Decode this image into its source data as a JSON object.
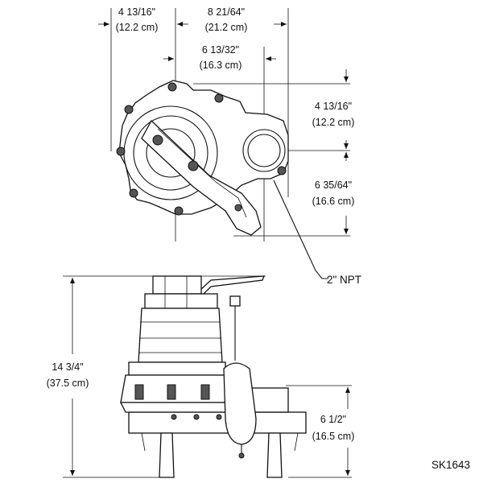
{
  "diagram": {
    "top_view": {
      "width_left": {
        "in": "4 13/16\"",
        "cm": "(12.2 cm)"
      },
      "width_total": {
        "in": "8 21/64\"",
        "cm": "(21.2 cm)"
      },
      "center_to_discharge": {
        "in": "6 13/32\"",
        "cm": "(16.3 cm)"
      },
      "height_top": {
        "in": "4 13/16\"",
        "cm": "(12.2 cm)"
      },
      "height_bottom": {
        "in": "6 35/64\"",
        "cm": "(16.6 cm)"
      },
      "discharge_label": "2\" NPT"
    },
    "side_view": {
      "overall_height": {
        "in": "14 3/4\"",
        "cm": "(37.5 cm)"
      },
      "inlet_height": {
        "in": "6 1/2\"",
        "cm": "(16.5 cm)"
      }
    },
    "drawing_number": "SK1643"
  }
}
